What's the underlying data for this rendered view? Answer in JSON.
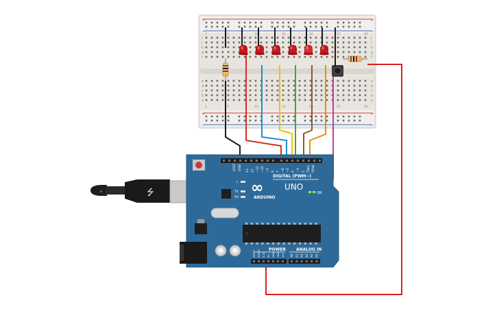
{
  "breadboard": {
    "rail_plus": "+",
    "rail_minus": "−",
    "row_letters": [
      "a",
      "b",
      "c",
      "d",
      "e",
      "f",
      "g",
      "h",
      "i",
      "j"
    ],
    "column_numbers": [
      "1",
      "5",
      "10",
      "15",
      "20",
      "25",
      "30"
    ]
  },
  "leds": {
    "count": 6,
    "colors": [
      "#c8181c",
      "#c8181c",
      "#c8181c",
      "#c8181c",
      "#e02a2a",
      "#c8181c"
    ]
  },
  "wires": {
    "colors": {
      "gnd": "#1a1a1a",
      "red": "#d42e1e",
      "blue": "#1f8fcf",
      "yellow": "#f2c200",
      "green": "#2fae3a",
      "brown": "#8a5a2b",
      "orange": "#f08a00",
      "magenta": "#c43aa0",
      "button_loop": "#d92020"
    }
  },
  "arduino": {
    "brand": "ARDUINO",
    "model": "UNO",
    "digital_label": "DIGITAL (PWM~)",
    "power_label": "POWER",
    "analog_label": "ANALOG IN",
    "on_label": "ON",
    "aref_label": "AREF",
    "gnd_label": "GND",
    "tx_label": "TX",
    "rx_label": "RX",
    "l_label": "L",
    "digital_pins": [
      "13",
      "12",
      "~11",
      "~10",
      "~9",
      "8",
      "7",
      "~6",
      "~5",
      "4",
      "~3",
      "2",
      "TX▸1",
      "RX◂0"
    ],
    "power_pins": [
      "IOREF",
      "RESET",
      "3.3V",
      "5V",
      "GND",
      "GND",
      "Vin"
    ],
    "analog_pins": [
      "A0",
      "A1",
      "A2",
      "A3",
      "A4",
      "A5"
    ]
  },
  "colors": {
    "board_blue": "#2e6a99",
    "breadboard_body": "#e8e5e0",
    "rail_red": "#d23c3c",
    "rail_blue": "#3c6fd2",
    "usb_metal": "#c9c9c9",
    "chip_black": "#1e1e1e"
  },
  "icons": {
    "usb": "usb-icon",
    "infinity_logo": "arduino-infinity-logo"
  }
}
